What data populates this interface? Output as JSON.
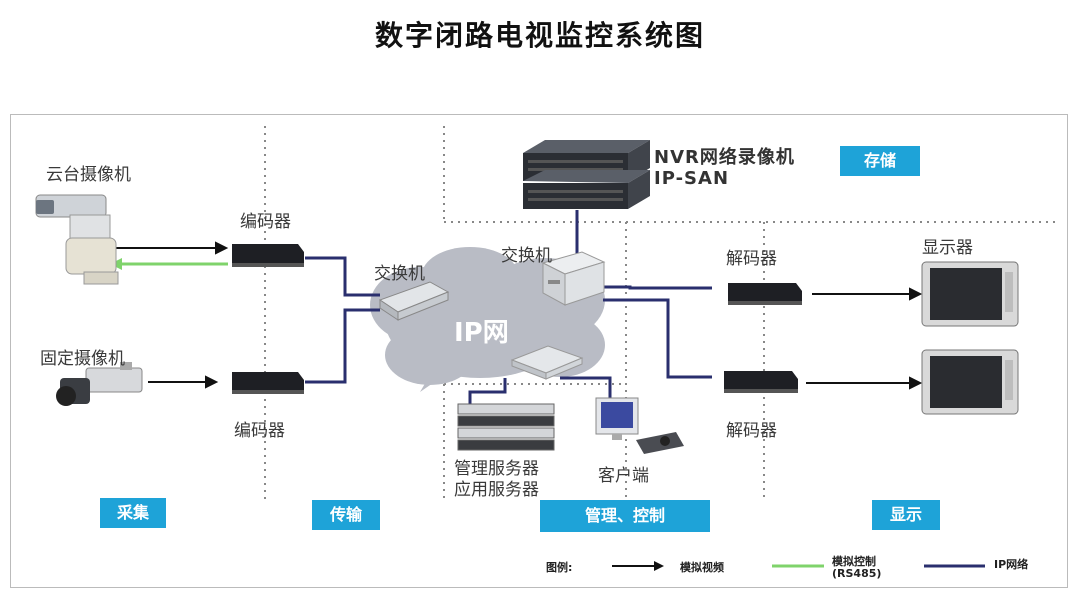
{
  "title": "数字闭路电视监控系统图",
  "devices": {
    "ptz_camera": "云台摄像机",
    "fixed_camera": "固定摄像机",
    "encoder_top": "编码器",
    "encoder_bottom": "编码器",
    "switch_left": "交换机",
    "switch_right": "交换机",
    "ip_network": "IP网",
    "nvr_line1": "NVR网络录像机",
    "nvr_line2": "IP-SAN",
    "decoder_top": "解码器",
    "decoder_bottom": "解码器",
    "display": "显示器",
    "mgmt_server": "管理服务器",
    "app_server": "应用服务器",
    "client": "客户端"
  },
  "stages": {
    "storage": "存储",
    "capture": "采集",
    "transmit": "传输",
    "manage": "管理、控制",
    "show": "显示"
  },
  "legend": {
    "title": "图例:",
    "analog_video": "模拟视频",
    "analog_control_line1": "模拟控制",
    "analog_control_line2": "(RS485)",
    "ip_network": "IP网络"
  },
  "colors": {
    "stage_blue": "#1ea3d8",
    "ip_line": "#2a2f6e",
    "analog_control": "#7fd36b",
    "analog_video": "#111111"
  }
}
